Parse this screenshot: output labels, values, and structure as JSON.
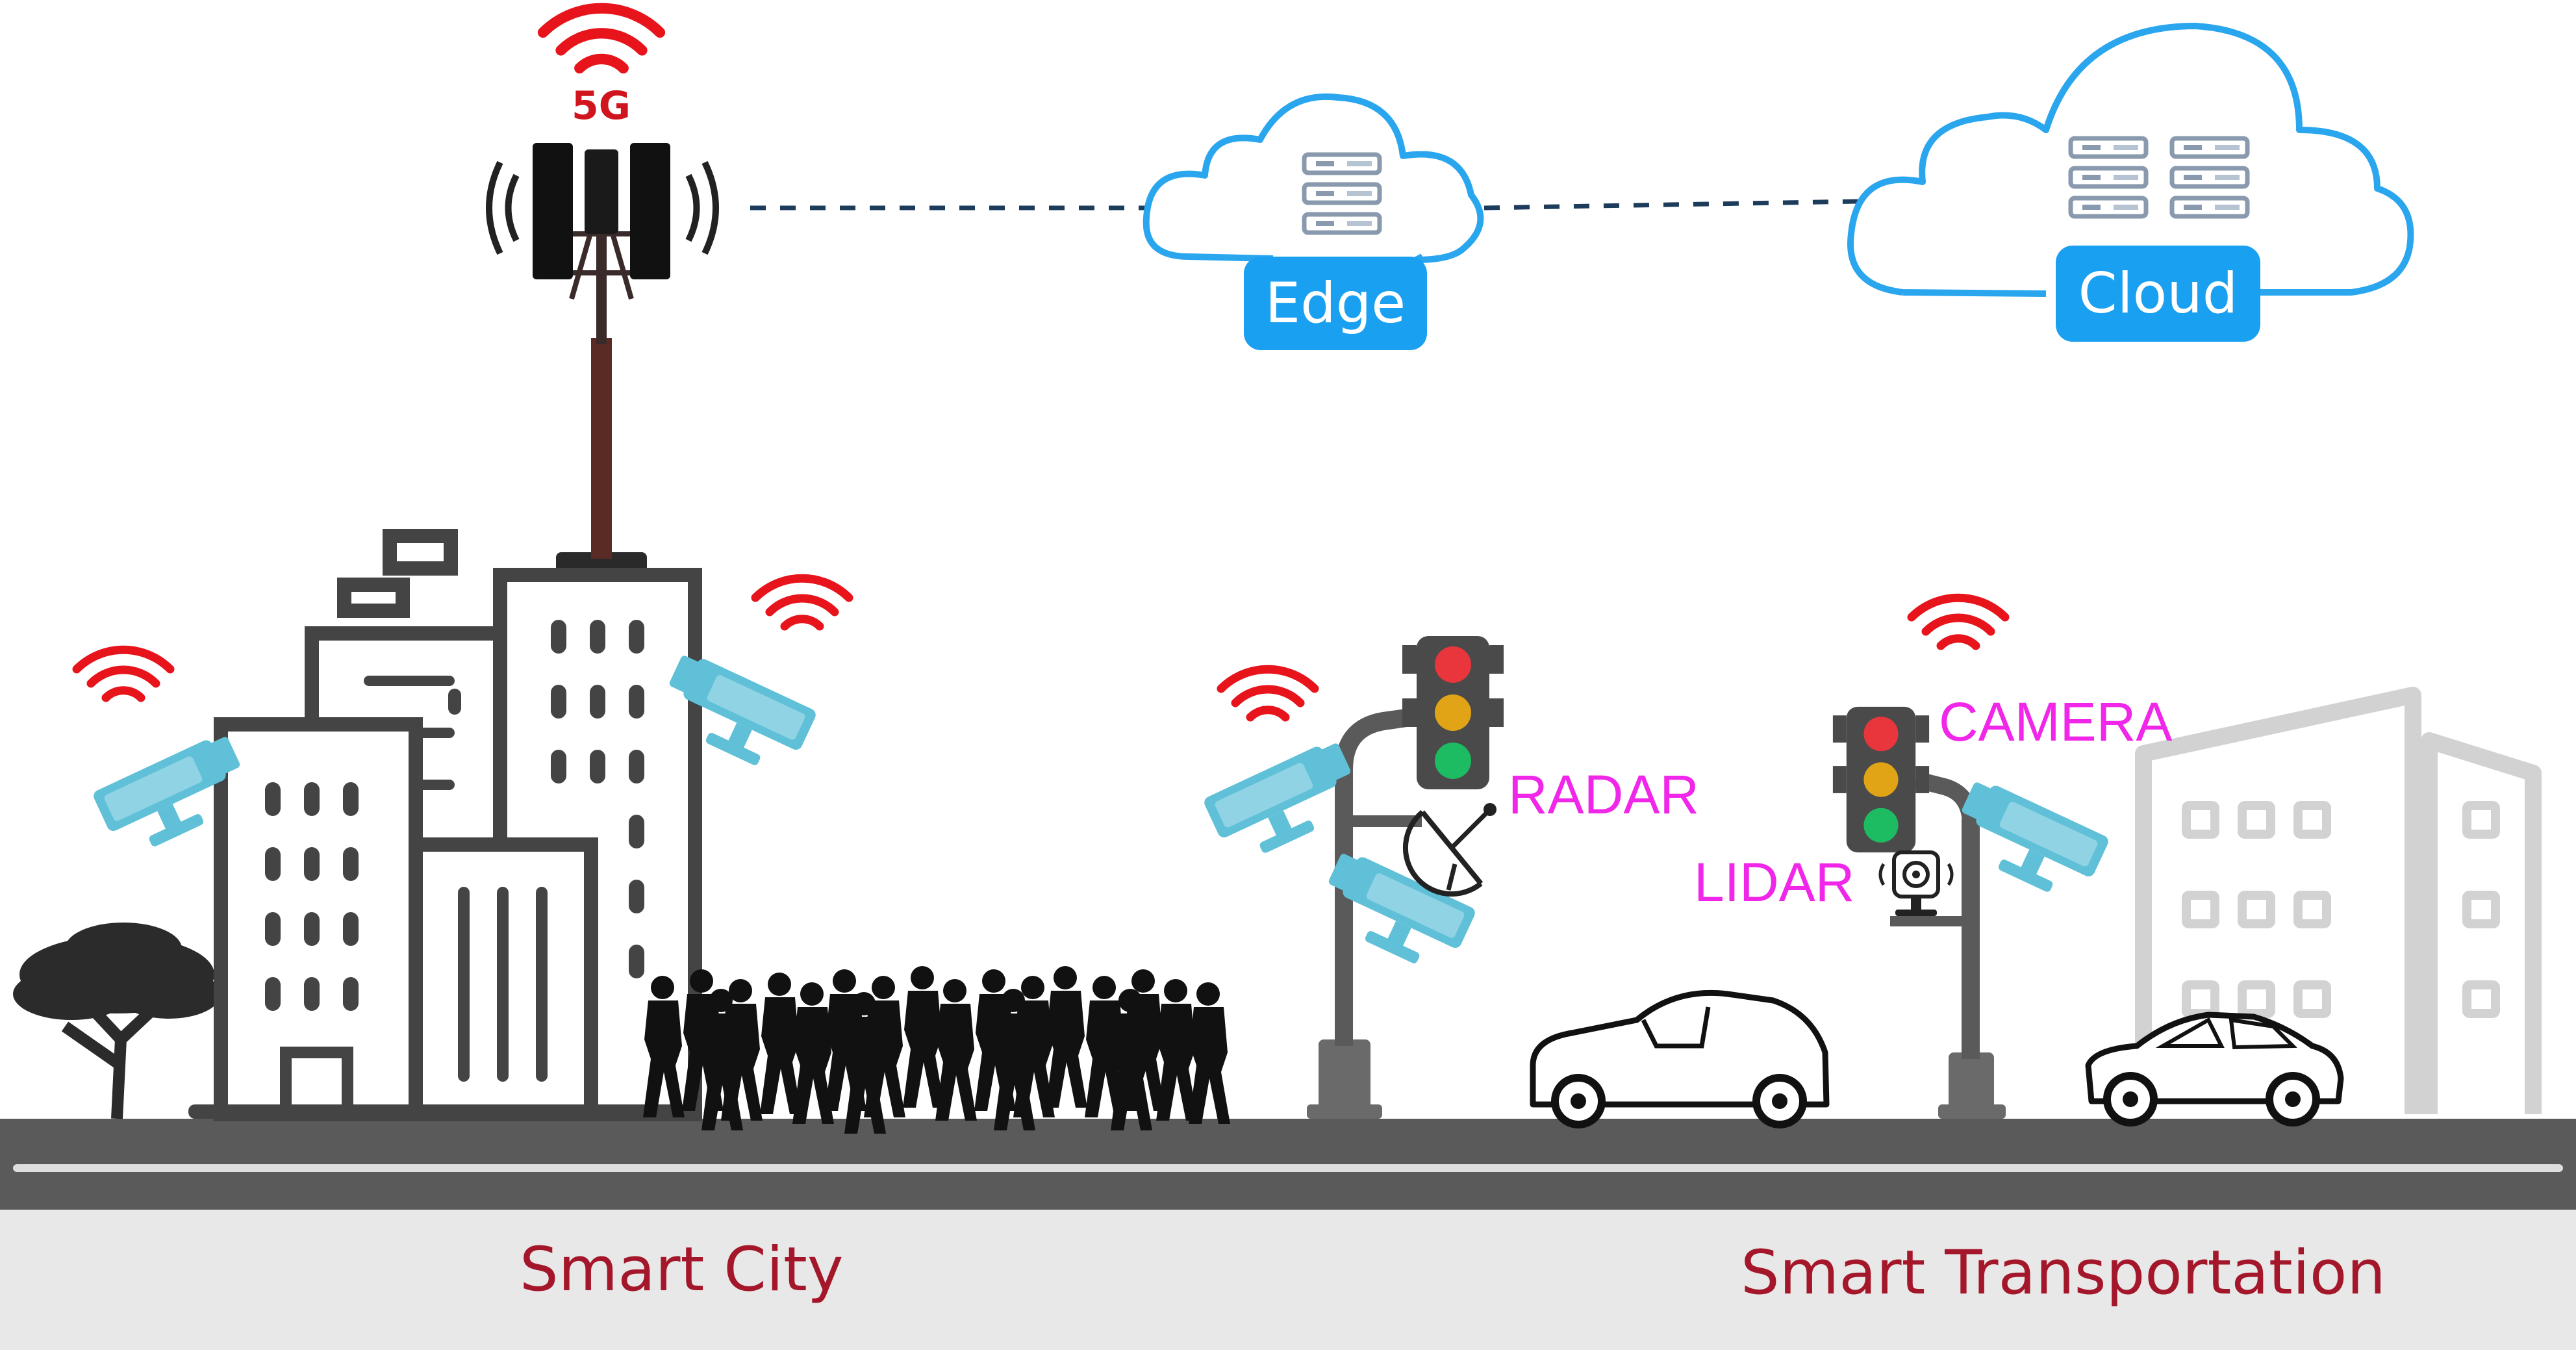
{
  "network": {
    "tower_label": "5G",
    "edge_label": "Edge",
    "cloud_label": "Cloud"
  },
  "sensors": {
    "radar": "RADAR",
    "lidar": "LIDAR",
    "camera": "CAMERA"
  },
  "captions": {
    "left": "Smart City",
    "right": "Smart Transportation"
  },
  "colors": {
    "wifi": "#e8141c",
    "camera": "#5fc0d8",
    "cloud_outline": "#2aa6ee",
    "tag_fill": "#1aa0f0",
    "sensor_text": "#f026e8",
    "caption_text": "#a4172b",
    "road": "#5a5a5a",
    "ground": "#e9e8e8",
    "building_dark": "#444444",
    "building_light": "#d2d2d2",
    "link_dash": "#1d3b5a"
  },
  "icons": [
    "wifi-icon",
    "cctv-camera-icon",
    "server-rack-icon",
    "traffic-light-icon",
    "radar-dish-icon",
    "lidar-sensor-icon",
    "car-icon",
    "tree-icon",
    "crowd-icon",
    "cell-tower-icon"
  ]
}
